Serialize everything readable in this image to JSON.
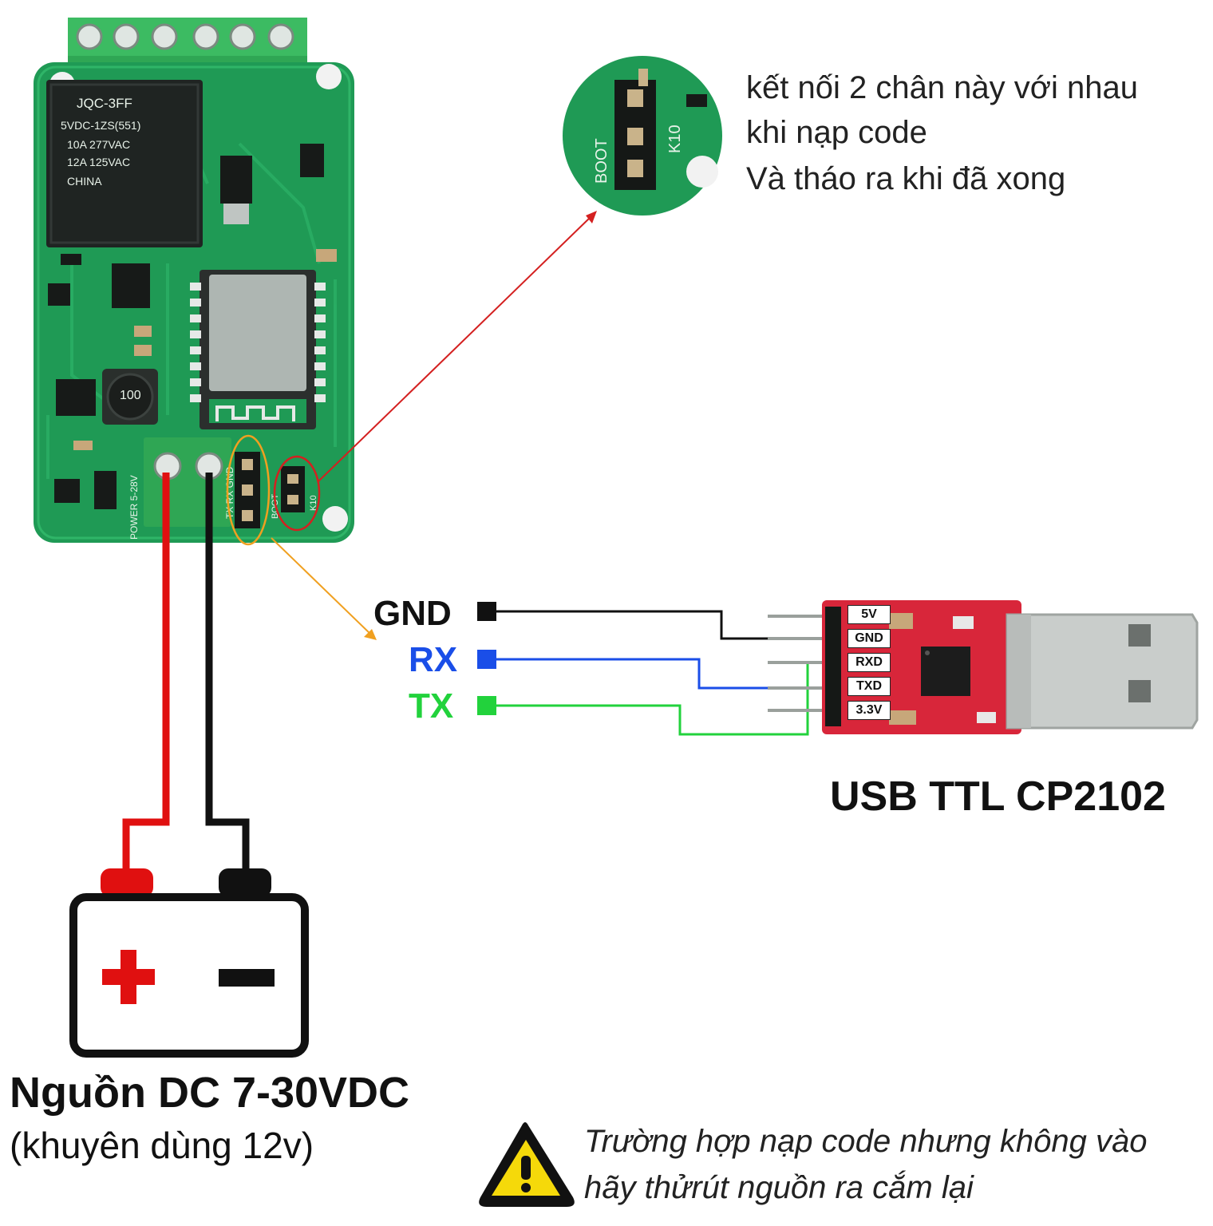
{
  "note": {
    "line1": "kết nối 2 chân này với nhau",
    "line2": "khi nạp code",
    "line3": "Và tháo ra khi đã xong"
  },
  "signals": {
    "gnd": "GND",
    "rx": "RX",
    "tx": "TX"
  },
  "usb_module": {
    "title": "USB TTL CP2102",
    "pins": [
      "5V",
      "GND",
      "RXD",
      "TXD",
      "3.3V"
    ]
  },
  "power": {
    "title": "Nguồn DC 7-30VDC",
    "subtitle": "(khuyên dùng 12v)"
  },
  "warning": {
    "line1": "Trường hợp nạp code nhưng không vào",
    "line2": "hãy thửrút nguồn ra cắm lại"
  },
  "board_labels": {
    "relay_model": "JQC-3FF",
    "relay_spec1": "5VDC-1ZS(551)",
    "relay_spec2": "10A 277VAC",
    "relay_spec3": "12A 125VAC",
    "relay_origin": "CHINA",
    "inductor": "100",
    "boot": "BOOT",
    "k10": "K10",
    "header_pins": "TX RX GND",
    "power_pins": "POWER 5-28V"
  },
  "colors": {
    "pcb_green": "#1f9a55",
    "gnd_wire": "#111111",
    "rx_wire": "#1a4ee8",
    "tx_wire": "#22d23c",
    "power_positive": "#e01010",
    "highlight_boot": "#d42020",
    "highlight_header": "#f0a020"
  }
}
